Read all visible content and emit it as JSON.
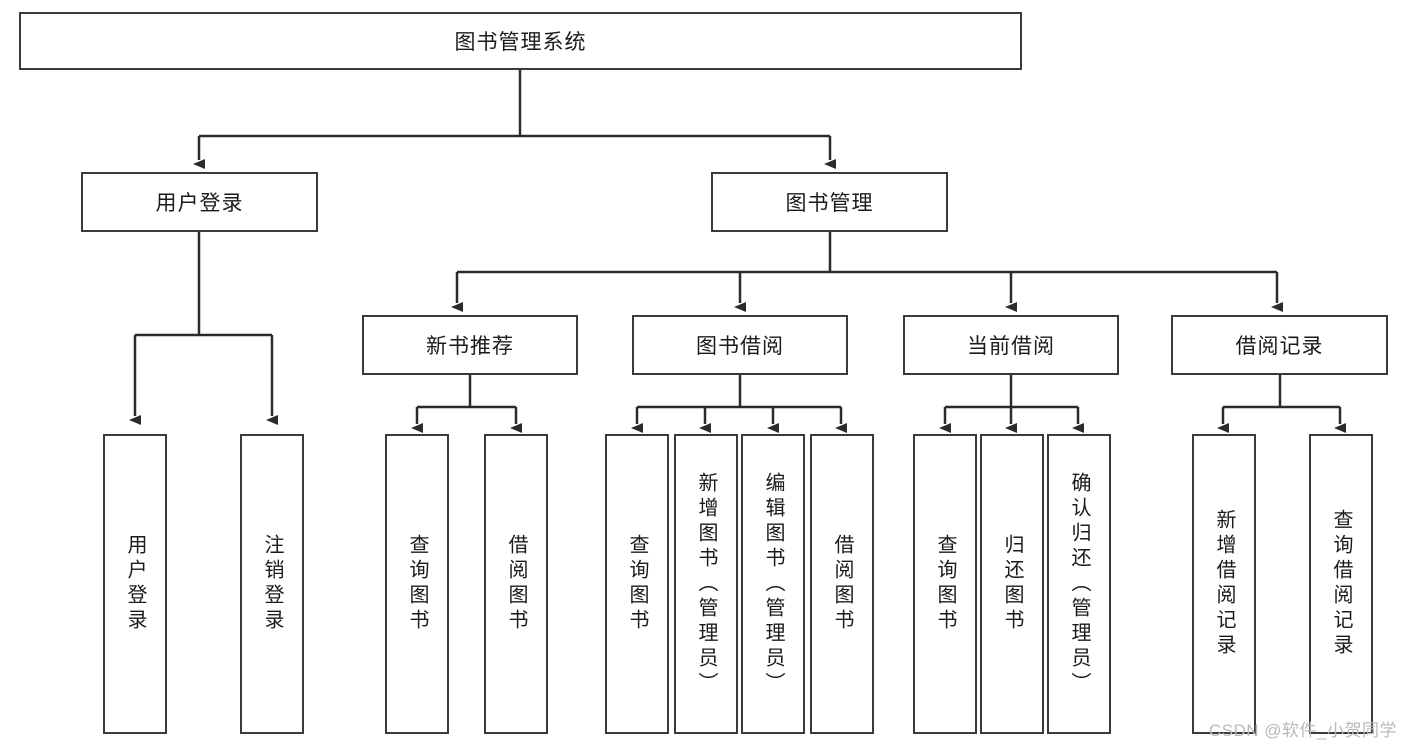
{
  "diagram": {
    "title": "图书管理系统",
    "type": "tree-hierarchy-diagram",
    "colors": {
      "box_border": "#3a3a3a",
      "box_fill": "#ffffff",
      "edge": "#2b2b2b",
      "text": "#1b1b1b",
      "watermark": "#b9b9b9"
    },
    "root": {
      "label": "图书管理系统"
    },
    "level2": [
      {
        "label": "用户登录"
      },
      {
        "label": "图书管理"
      }
    ],
    "level3": [
      {
        "label": "新书推荐"
      },
      {
        "label": "图书借阅"
      },
      {
        "label": "当前借阅"
      },
      {
        "label": "借阅记录"
      }
    ],
    "leaves": {
      "user_login": [
        {
          "label": "用户登录"
        },
        {
          "label": "注销登录"
        }
      ],
      "new_book_recommend": [
        {
          "label": "查询图书"
        },
        {
          "label": "借阅图书"
        }
      ],
      "book_borrow": [
        {
          "label": "查询图书"
        },
        {
          "label": "新增图书（管理员）"
        },
        {
          "label": "编辑图书（管理员）"
        },
        {
          "label": "借阅图书"
        }
      ],
      "current_borrow": [
        {
          "label": "查询图书"
        },
        {
          "label": "归还图书"
        },
        {
          "label": "确认归还（管理员）"
        }
      ],
      "borrow_record": [
        {
          "label": "新增借阅记录"
        },
        {
          "label": "查询借阅记录"
        }
      ]
    },
    "watermark": "CSDN @软件_小贺同学"
  }
}
